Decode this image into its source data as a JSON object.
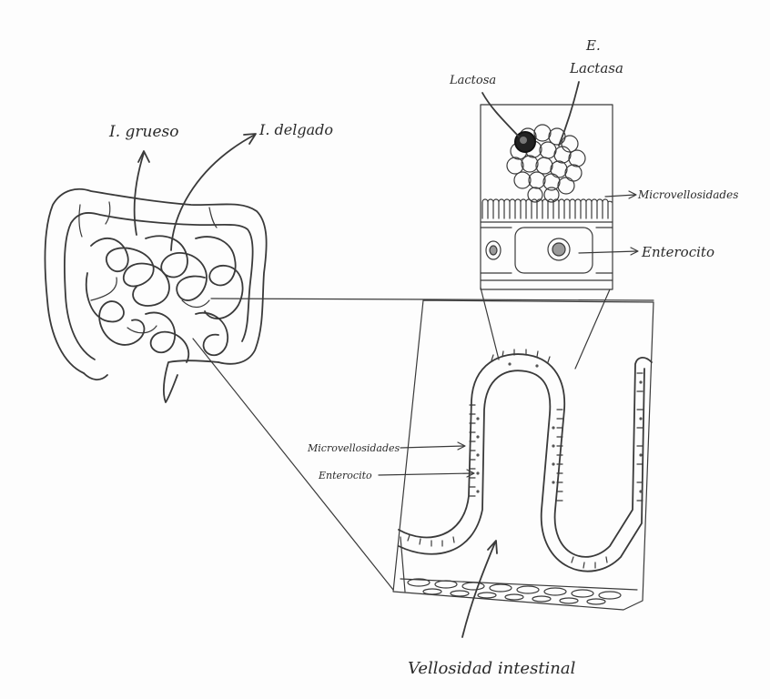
{
  "labels": {
    "intestino_grueso": "I. grueso",
    "intestino_delgado": "I. delgado",
    "lactosa": "Lactosa",
    "enzima_prefix": "E.",
    "lactasa": "Lactasa",
    "microvellosidades_top": "Microvellosidades",
    "enterocito_top": "Enterocito",
    "microvellosidades_mid": "Microvellosidades",
    "enterocito_mid": "Enterocito",
    "vellosidad": "Vellosidad intestinal"
  },
  "colors": {
    "ink": "#3a3a3a",
    "paper": "#fdfdfd"
  }
}
